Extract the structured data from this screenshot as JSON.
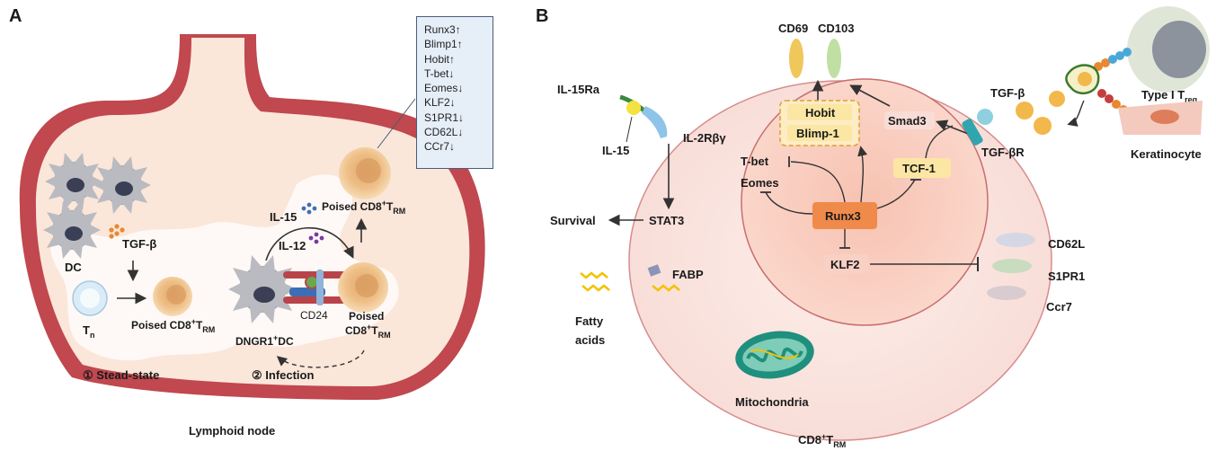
{
  "panel_a": {
    "letter": "A",
    "caption": "Lymphoid node",
    "dc": "DC",
    "tgfb": "TGF-β",
    "tn": "T",
    "tn_sub": "n",
    "poised_prefix": "Poised CD8",
    "poised_sup": "+",
    "poised_t": "T",
    "poised_sub": "RM",
    "il15": "IL-15",
    "il12": "IL-12",
    "cd24": "CD24",
    "poised_line1": "Poised",
    "poised_line2": "CD8",
    "dngr_prefix": "DNGR1",
    "dngr_sup": "+",
    "dngr_suffix": "DC",
    "step1": "① Stead-state",
    "step2": "② Infection",
    "gene_list": [
      "Runx3↑",
      "Blimp1↑",
      "Hobit↑",
      "T-bet↓",
      "Eomes↓",
      "KLF2↓",
      "S1PR1↓",
      "CD62L↓",
      "CCr7↓"
    ]
  },
  "panel_b": {
    "letter": "B",
    "cd69": "CD69",
    "cd103": "CD103",
    "il15ra": "IL-15Ra",
    "il15": "IL-15",
    "il2rbg": "IL-2Rβγ",
    "survival": "Survival",
    "stat3": "STAT3",
    "hobit": "Hobit",
    "blimp1": "Blimp-1",
    "tbet": "T-bet",
    "eomes": "Eomes",
    "runx3": "Runx3",
    "klf2": "KLF2",
    "tcf1": "TCF-1",
    "smad3": "Smad3",
    "tgfb": "TGF-β",
    "tgfbr": "TGF-βR",
    "treg": "Type I T",
    "treg_sub": "reg",
    "keratinocyte": "Keratinocyte",
    "fabp": "FABP",
    "fatty1": "Fatty",
    "fatty2": "acids",
    "mito": "Mitochondria",
    "cd62l": "CD62L",
    "s1pr1": "S1PR1",
    "ccr7": "Ccr7",
    "cell_prefix": "CD8",
    "cell_sup": "+",
    "cell_t": "T",
    "cell_sub": "RM"
  },
  "colors": {
    "node_outer": "#c0484e",
    "node_inner": "#fbe6da",
    "cell_outer": "#fbe3de",
    "nucleus": "#f7c9bd",
    "runx3": "#ef8a4b",
    "tcell": "#f6cf9f",
    "yellow_label": "#fbe7a3"
  }
}
